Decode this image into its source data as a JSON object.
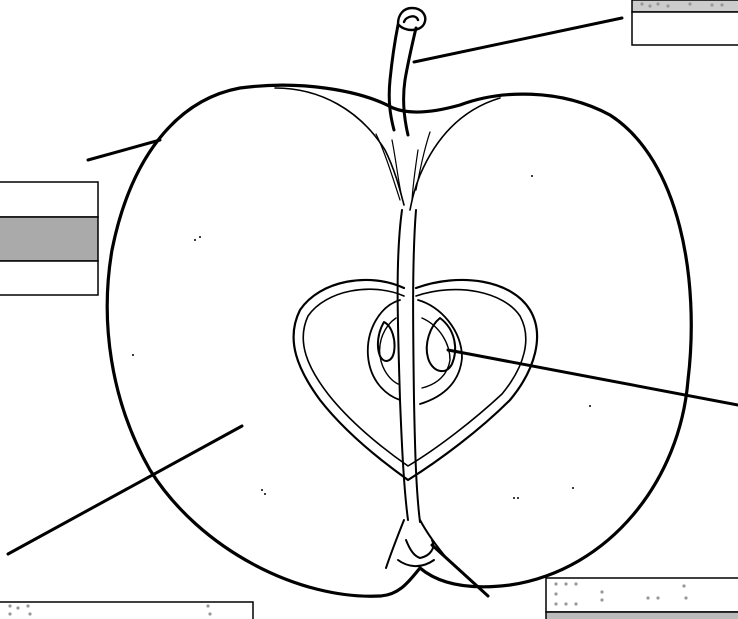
{
  "diagram": {
    "subject": "apple-cross-section",
    "label_boxes": [
      {
        "id": "stem-label",
        "lines": [
          "",
          ""
        ]
      },
      {
        "id": "skin-label",
        "lines": [
          "",
          "",
          ""
        ]
      },
      {
        "id": "seed-label",
        "lines": [
          ""
        ]
      },
      {
        "id": "flesh-label",
        "lines": [
          ""
        ]
      },
      {
        "id": "calyx-label",
        "lines": [
          ""
        ]
      }
    ],
    "colors": {
      "line": "#000000",
      "box_fill_shaded": "#aaaaaa",
      "box_fill_plain": "#ffffff"
    }
  }
}
